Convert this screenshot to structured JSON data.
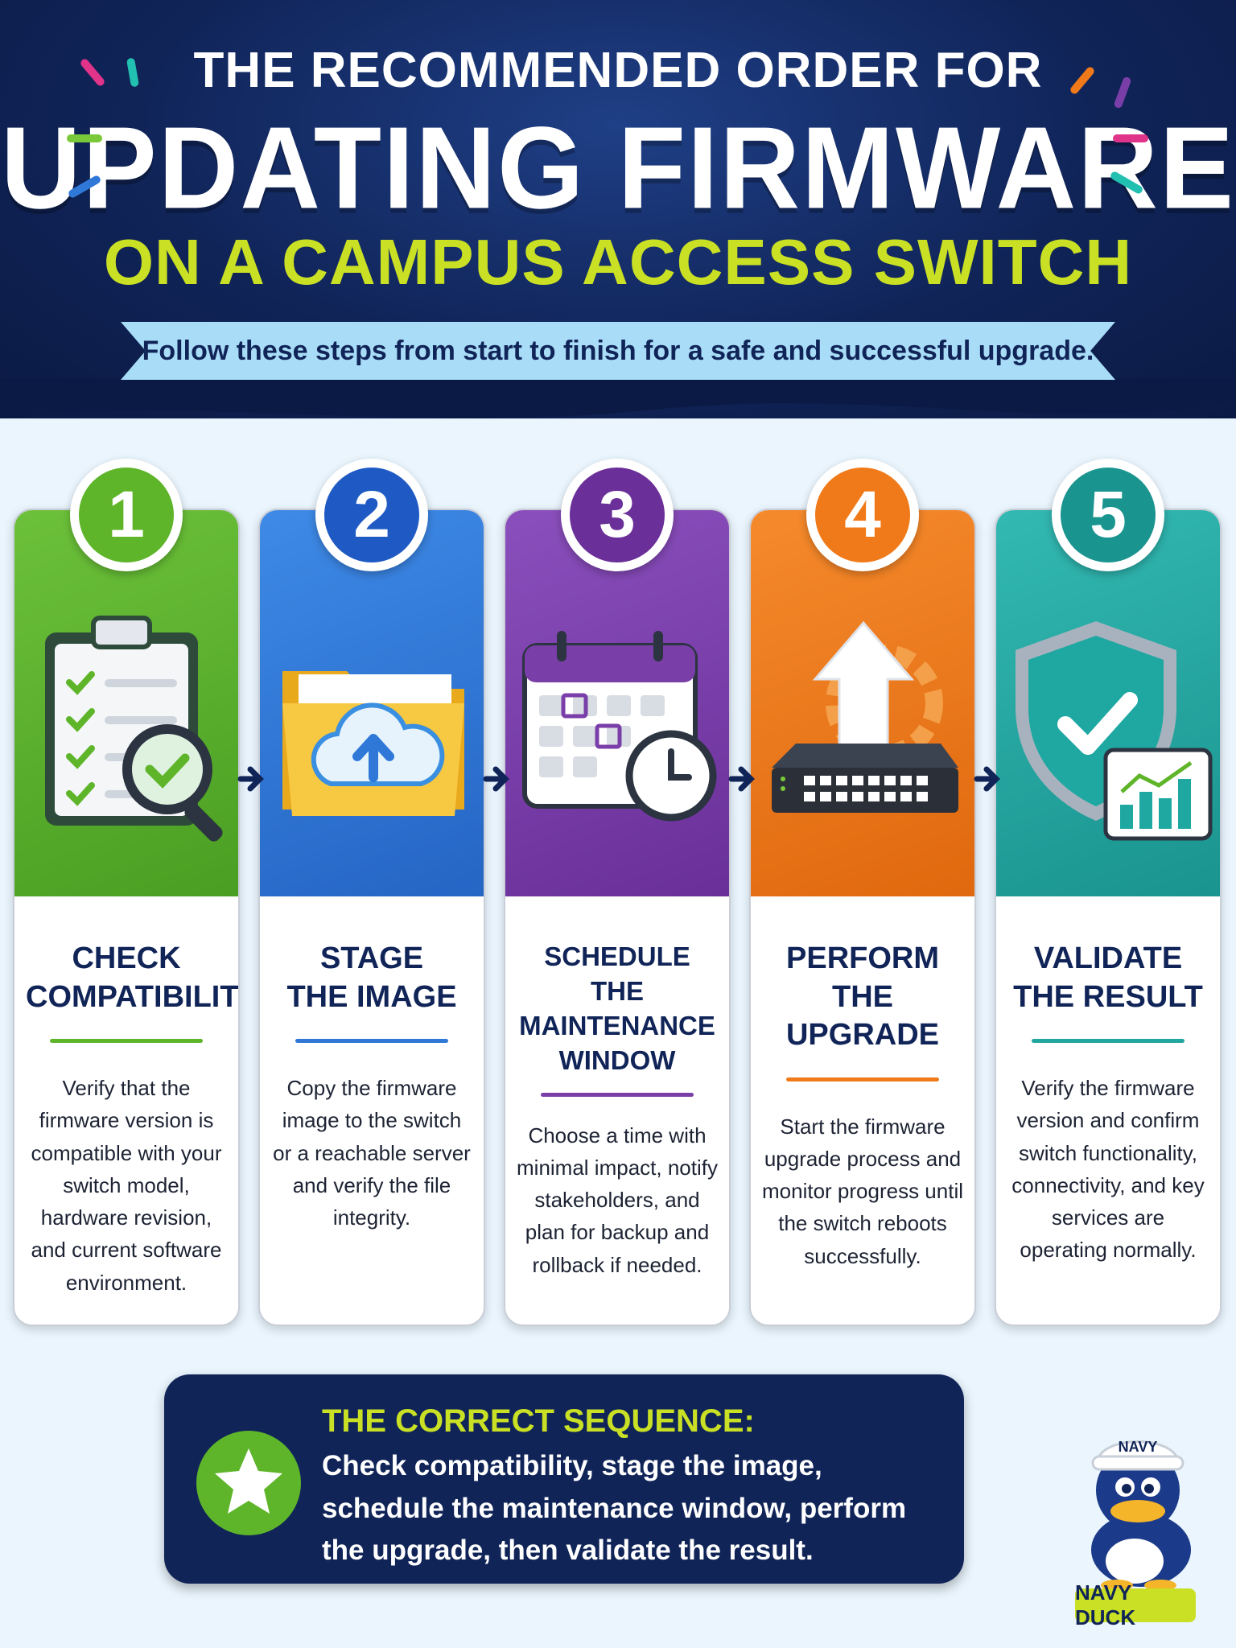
{
  "header": {
    "title_line1": "THE RECOMMENDED ORDER FOR",
    "title_line2": "UPDATING FIRMWARE",
    "title_line3": "ON A CAMPUS ACCESS SWITCH",
    "subtitle": "Follow these steps from start to finish for a safe and successful upgrade."
  },
  "colors": {
    "navy": "#102458",
    "lime": "#c9e024",
    "green": "#5fb52a",
    "blue": "#2f78d8",
    "purple": "#7a3ea8",
    "orange": "#f07a1a",
    "teal": "#22a6a2"
  },
  "steps": [
    {
      "number": "1",
      "title": "CHECK\nCOMPATIBILITY",
      "description": "Verify that the firmware version is compatible with your switch model, hardware revision, and current software environment.",
      "icon": "clipboard-checklist-magnifier-icon"
    },
    {
      "number": "2",
      "title": "STAGE\nTHE IMAGE",
      "description": "Copy the firmware image to the switch or a reachable server and verify the file integrity.",
      "icon": "folder-cloud-upload-icon"
    },
    {
      "number": "3",
      "title": "SCHEDULE\nTHE MAINTENANCE\nWINDOW",
      "description": "Choose a time with minimal impact, notify stakeholders, and plan for backup and rollback if needed.",
      "icon": "calendar-clock-icon"
    },
    {
      "number": "4",
      "title": "PERFORM\nTHE UPGRADE",
      "description": "Start the firmware upgrade process and monitor progress until the switch reboots successfully.",
      "icon": "switch-upload-arrow-icon"
    },
    {
      "number": "5",
      "title": "VALIDATE\nTHE RESULT",
      "description": "Verify the firmware version and confirm switch functionality, connectivity, and key services are operating normally.",
      "icon": "shield-check-chart-icon"
    }
  ],
  "sequence": {
    "heading": "THE CORRECT SEQUENCE:",
    "text": "Check compatibility, stage the image, schedule the maintenance window, perform the upgrade, then validate the result."
  },
  "mascot": {
    "hat_text": "NAVY",
    "label": "NAVY DUCK"
  }
}
